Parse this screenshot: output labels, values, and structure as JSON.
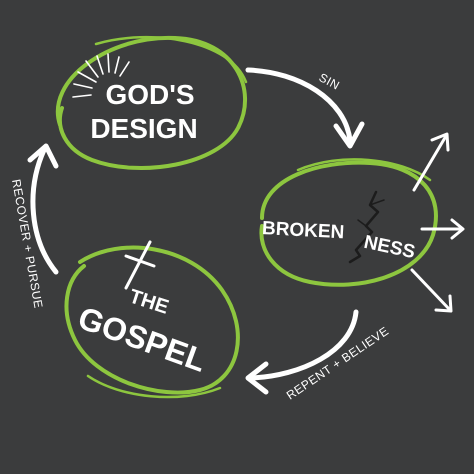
{
  "colors": {
    "background": "#3b3c3d",
    "accent": "#8dc63f",
    "text": "#ffffff",
    "arrow": "#ffffff",
    "crack": "#1c1c1c"
  },
  "nodes": {
    "gods_design": {
      "line1": "GOD'S",
      "line2": "DESIGN",
      "icon": "sunburst-icon"
    },
    "brokenness": {
      "part1": "BROKEN",
      "part2": "NESS",
      "icon": "crack-icon"
    },
    "gospel": {
      "line1": "THE",
      "line2": "GOSPEL",
      "icon": "cross-icon"
    }
  },
  "arrows": {
    "sin": "SIN",
    "repent": "REPENT + BELIEVE",
    "recover": "RECOVER + PURSUE"
  }
}
